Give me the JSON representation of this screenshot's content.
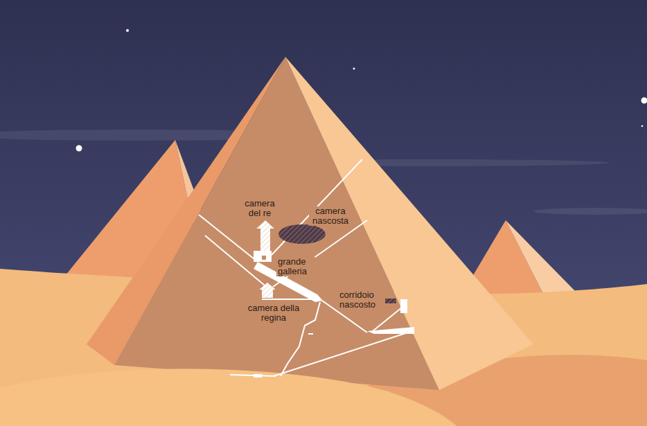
{
  "diagram": {
    "labels": [
      "camera del re",
      "camera nascosta",
      "grande galleria",
      "corridoio nascosto",
      "camera della regina"
    ]
  }
}
